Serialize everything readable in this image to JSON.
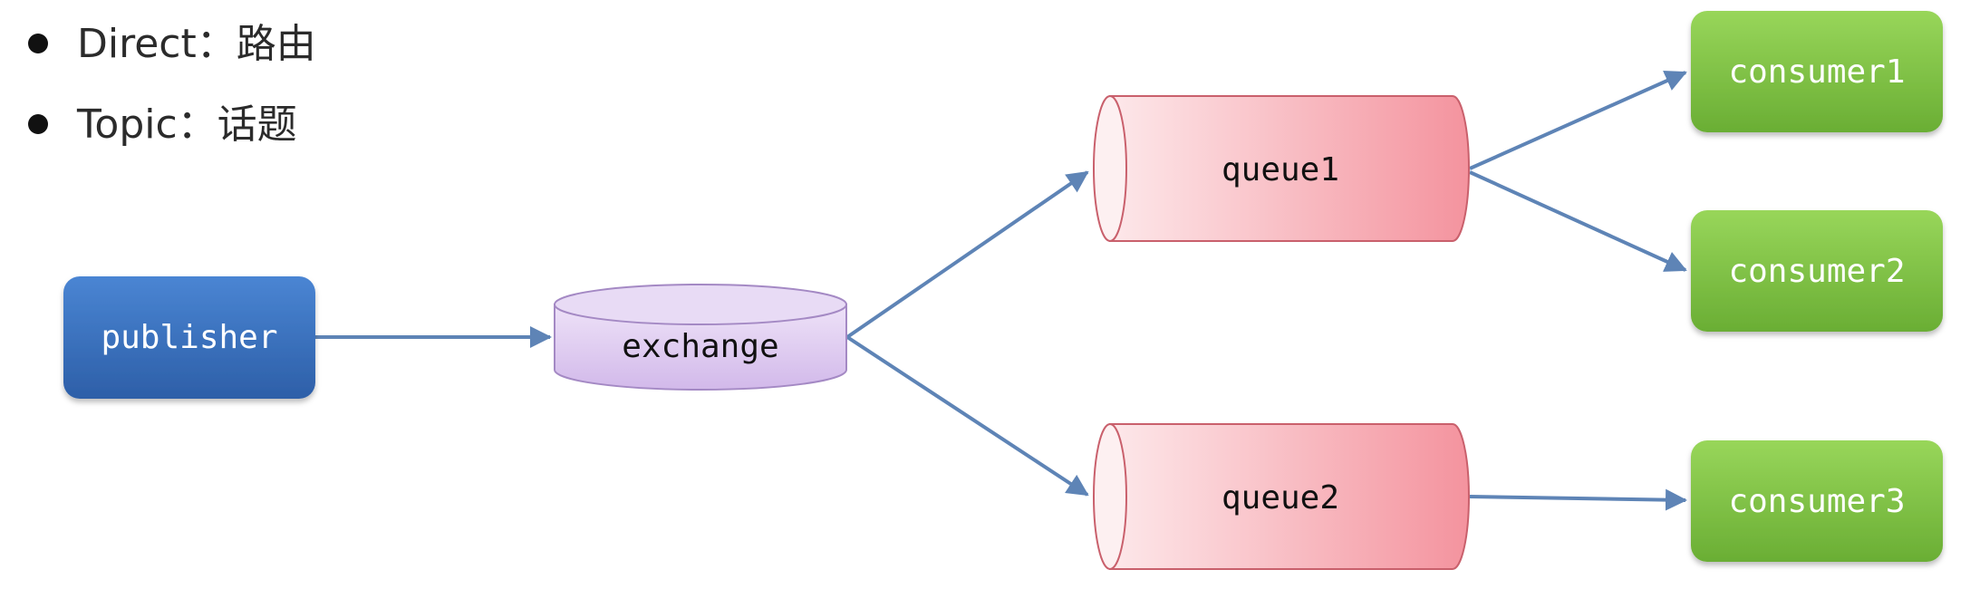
{
  "bullets": [
    {
      "label": "Direct：路由"
    },
    {
      "label": "Topic：话题"
    }
  ],
  "nodes": {
    "publisher": {
      "label": "publisher"
    },
    "exchange": {
      "label": "exchange"
    },
    "queue1": {
      "label": "queue1"
    },
    "queue2": {
      "label": "queue2"
    },
    "consumer1": {
      "label": "consumer1"
    },
    "consumer2": {
      "label": "consumer2"
    },
    "consumer3": {
      "label": "consumer3"
    }
  },
  "colors": {
    "publisher": "#3a74c4",
    "exchange": "#dcc7ef",
    "queue": "#f49aa3",
    "consumer": "#84c443",
    "arrow": "#5e84b6"
  }
}
